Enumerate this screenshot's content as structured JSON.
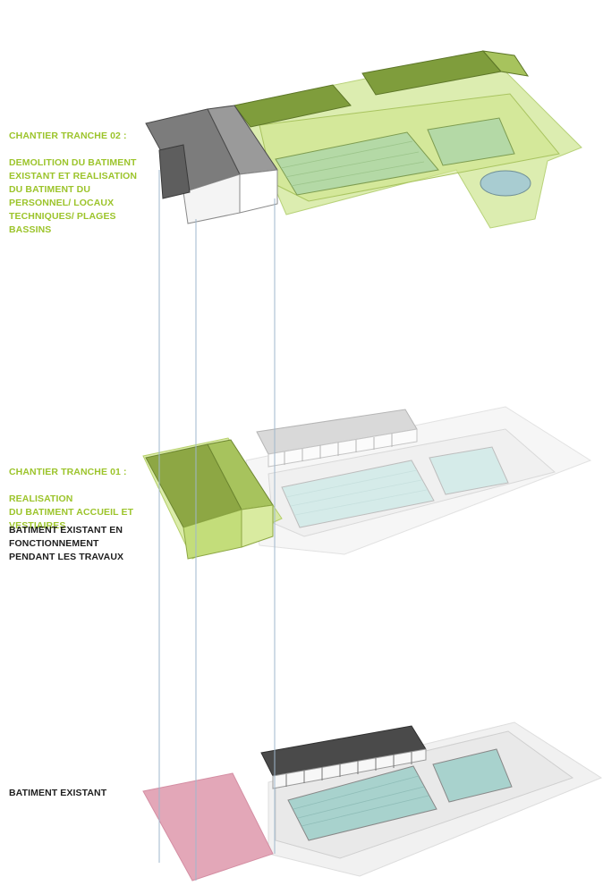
{
  "colors": {
    "phase_label": "#9cc42b",
    "existing_label": "#1e1e1e",
    "phase_overlay": "#cfe58c",
    "phase_building": "#8da744",
    "existing_footprint": "#e3a7b8",
    "pool_water": "#b9dcd8",
    "dark_roof": "#5e5e5e",
    "guide_line": "#9fb7cc"
  },
  "labels": {
    "tranche_02": {
      "title": "CHANTIER TRANCHE 02 :",
      "body": "DEMOLITION DU BATIMENT\nEXISTANT ET REALISATION\nDU BATIMENT DU\nPERSONNEL/ LOCAUX\nTECHNIQUES/ PLAGES\nBASSINS"
    },
    "tranche_01": {
      "title": "CHANTIER TRANCHE 01 :",
      "body": "REALISATION\nDU BATIMENT ACCUEIL ET\nVESTIAIRES"
    },
    "operating": "BATIMENT EXISTANT EN\nFONCTIONNEMENT\nPENDANT LES TRAVAUX",
    "existing": "BATIMENT EXISTANT"
  },
  "layers": [
    {
      "name": "tranche-02",
      "state": "new staff building, technical rooms and pool decks highlighted in green"
    },
    {
      "name": "tranche-01",
      "state": "new entrance and changing-room building highlighted in green"
    },
    {
      "name": "existing",
      "state": "existing building footprint highlighted in pink"
    }
  ]
}
